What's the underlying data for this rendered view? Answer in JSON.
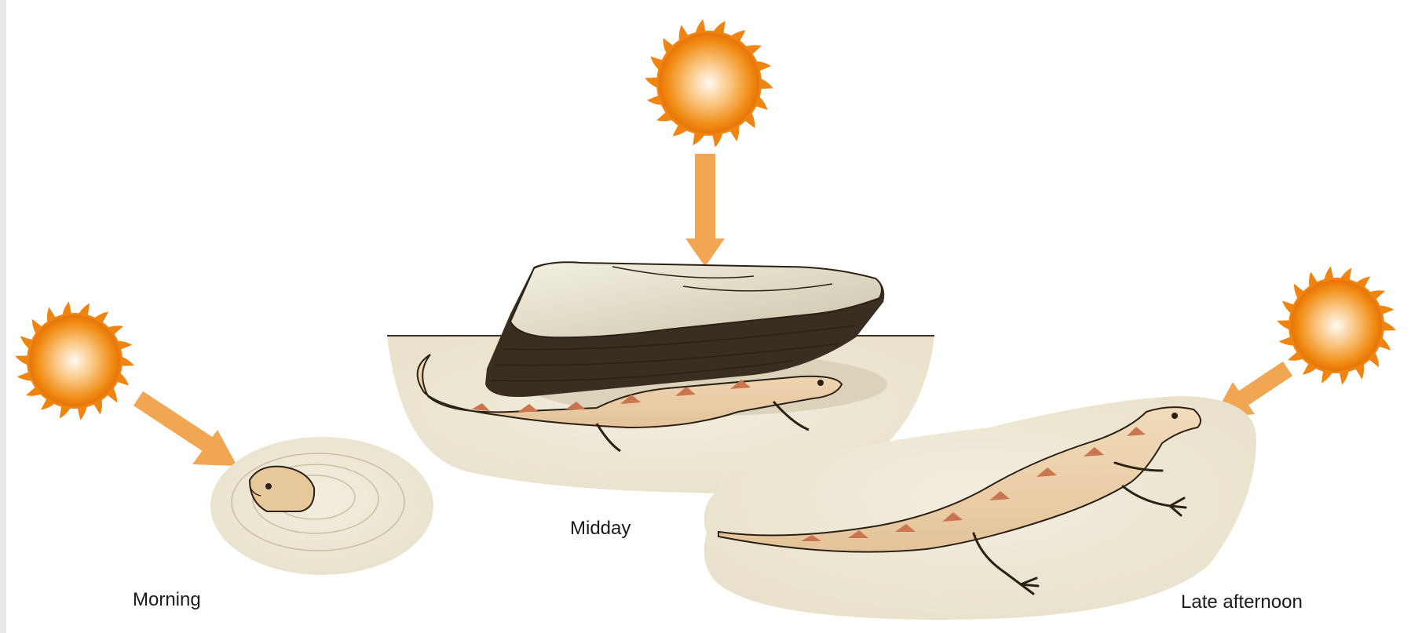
{
  "panels": {
    "morning": {
      "label": "Morning"
    },
    "midday": {
      "label": "Midday"
    },
    "late_afternoon": {
      "label": "Late afternoon"
    }
  },
  "colors": {
    "sun_outer": "#f08a10",
    "sun_inner": "#fff6e6",
    "arrow": "#f0a652",
    "sand": "#efe8d6",
    "sand_shadow": "#cfc4aa",
    "lizard_body": "#efd2ac",
    "lizard_stripe": "#c9764e",
    "lizard_outline": "#2b2015",
    "rock_top": "#e8e4d2",
    "rock_side": "#3a2e22"
  }
}
